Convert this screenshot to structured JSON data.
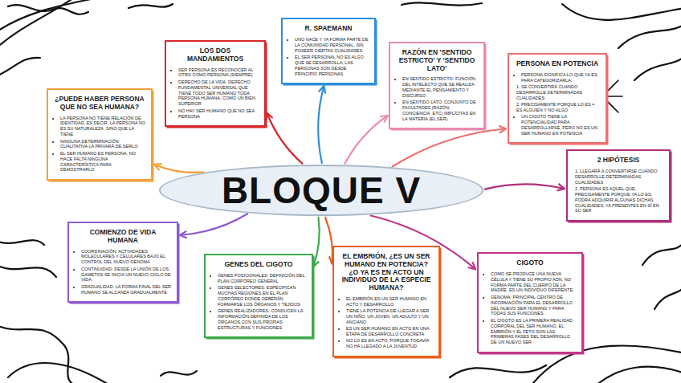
{
  "diagram": {
    "nodes": [
      {
        "text": [
          "LOS DOS MANDAMIENTOS",
          "SER PERSONA ES RECONOCER AL OTRO COMO PERSONA (SIEMPRE)",
          "DERECHO DE LA VIDA: DERECHO FUNDAMENTAL UNIVERSAL QUE TIENE TODO SER HUMANO TODA PERSONA HUMANA, COMO UN BIEN SUPERIOR",
          "NO HAY SER HUMANO QUE NO SEA PERSONA"
        ]
      },
      {
        "text": [
          "R. SPAEMANN",
          "UNO NACE Y YA FORMA PARTE DE LA COMUNIDAD PERSONAL, SIN POSEER CIERTAS CUALIDADES",
          "EL SER PERSONAL NO ES ALGO QUE SE DESARROLLA, LAS PERSONAS SON DESDE PRINCIPIO PERSONAS"
        ]
      },
      {
        "text": [
          "RAZÓN EN 'SENTIDO ESTRICTO' Y 'SENTIDO LATO'",
          "EN SENTIDO ESTRICTO: FUNCIÓN DEL INTELECTO QUE SE REALIZA MEDIANTE EL PENSAMIENTO Y DISCURSO",
          "EN SENTIDO LATO: CONJUNTO DE FACULTADES (RAZÓN, CONCIENCIA, ETC) IMPLÍCITAS EN LA MATERIA (EL SER)"
        ]
      },
      {
        "text": [
          "PERSONA EN POTENCIA",
          "PERSONA SIGNIFICA LO QUE YA ES. PARA CATEGORIZARLA:",
          "1. SE CONVERTIRÁ CUANDO DESARROLLE DETERMINADAS CUALIDADES",
          "2. PRECISAMENTE PORQUE LO ES = ES ALGUIEN Y NO ALGO",
          "UN CIGOTO TIENE LA POTENCIALIDAD PARA DESARROLLARSE, PERO NO ES UN SER HUMANO EN POTENCIA"
        ]
      },
      {
        "text": [
          "¿PUEDE HABER PERSONA QUE NO SEA HUMANA?",
          "LA PERSONA NO TIENE RELACIÓN DE IDENTIDAD, ES DECIR, LA PERSONA NO ES SU NATURALEZA, SINO QUE LA TIENE",
          "NINGUNA DETERMINACIÓN CUALITATIVA LA PRIVARÁ DE SERLO",
          "EL SER HUMANO ES PERSONA, NO HACE FALTA NINGUNA CARACTERÍSTICA PARA DEMOSTRARLO"
        ]
      },
      {
        "text": [
          "2 HIPÓTESIS",
          "1. LLEGARÁ A CONVERTIRSE CUANDO DESARROLLE DETERMINADAS CUALIDADES",
          "2. PERSONA ES AQUEL QUE, PRECISAMENTE PORQUE YA LO ES, PODRÁ ADQUIRIR ALGUNAS DICHAS CUALIDADES, YA PRESENTES EN SÍ EN SU SER"
        ]
      },
      {
        "text": [
          "BLOQUE V"
        ]
      },
      {
        "text": [
          "COMIENZO DE VIDA HUMANA",
          "COORDINACIÓN: ACTIVIDADES MOLECULARES Y CELULARES BAJO EL CONTROL DEL NUEVO GENOMA",
          "CONTINUIDAD: DESDE LA UNIÓN DE LOS GAMETOS SE INICIA UN NUEVO CICLO DE VIDA",
          "GRADUALIDAD: LA FORMA FINAL DEL SER HUMANO SE ALCANZA GRADUALMENTE"
        ]
      },
      {
        "text": [
          "GENES DEL CIGOTO",
          "GENES POSICIONALES: DEFINICIÓN DEL PLAN CORPÓREO GENERAL",
          "GENES SELECTORES: ESPECIFICAN MUCHAS REGIONES EN EL PLAN CORPÓREO DONDE DEBERÁN FORMARSE LOS ÓRGANOS Y TEJIDOS",
          "GENES REALIZADORES: CONDUCEN LA INFORMACIÓN DEFINIDA DE LOS ÓRGANOS CON SUS PROPIAS ESTRUCTURAS Y FUNCIONES"
        ]
      },
      {
        "text": [
          "EL EMBRIÓN, ¿ES UN SER HUMANO EN POTENCIA? ¿O YA ES EN ACTO UN INDIVIDUO DE LA ESPECIE HUMANA?",
          "EL EMBRIÓN ES UN SER HUMANO EN ACTO Y DESARROLLO",
          "TIENE LA POTENCIA DE LLEGAR A SER UN NIÑO, UN JOVEN, UN ADULTO Y UN ANCIANO",
          "ES UN SER HUMANO EN ACTO EN UNA ETAPA DE DESARROLLO CONCRETA",
          "NO LO ES EN ACTO, PORQUE TODAVÍA NO HA LLEGADO A LA JUVENTUD"
        ]
      },
      {
        "text": [
          "CIGOTO",
          "COMO SE PRODUCE UNA NUEVA CÉLULA Y TIENE SU PROPIO ADN, NO FORMA PARTE DEL CUERPO DE LA MADRE, ES UN INDIVIDUO DIFERENTE",
          "GENOMA: PRINCIPAL CENTRO DE INFORMACIÓN PARA EL DESARROLLO DEL NUEVO SER HUMANO Y PARA TODAS SUS FUNCIONES",
          "EL CIGOTO ES LA PRIMERA REALIDAD CORPORAL DEL SER HUMANO. EL EMBRIÓN Y EL FETO SON LAS PRIMERAS FASES DEL DESARROLLO DE UN NUEVO SER"
        ]
      }
    ],
    "edges": [
      {
        "from": 6,
        "to": 0,
        "arrow": "to"
      },
      {
        "from": 6,
        "to": 1,
        "arrow": "to"
      },
      {
        "from": 6,
        "to": 2,
        "arrow": "to"
      },
      {
        "from": 6,
        "to": 3,
        "arrow": "to"
      },
      {
        "from": 6,
        "to": 4,
        "arrow": "to"
      },
      {
        "from": 6,
        "to": 5,
        "arrow": "to"
      },
      {
        "from": 6,
        "to": 7,
        "arrow": "to"
      },
      {
        "from": 6,
        "to": 8,
        "arrow": "to"
      },
      {
        "from": 6,
        "to": 9,
        "arrow": "to"
      },
      {
        "from": 6,
        "to": 10,
        "arrow": "to"
      }
    ]
  }
}
